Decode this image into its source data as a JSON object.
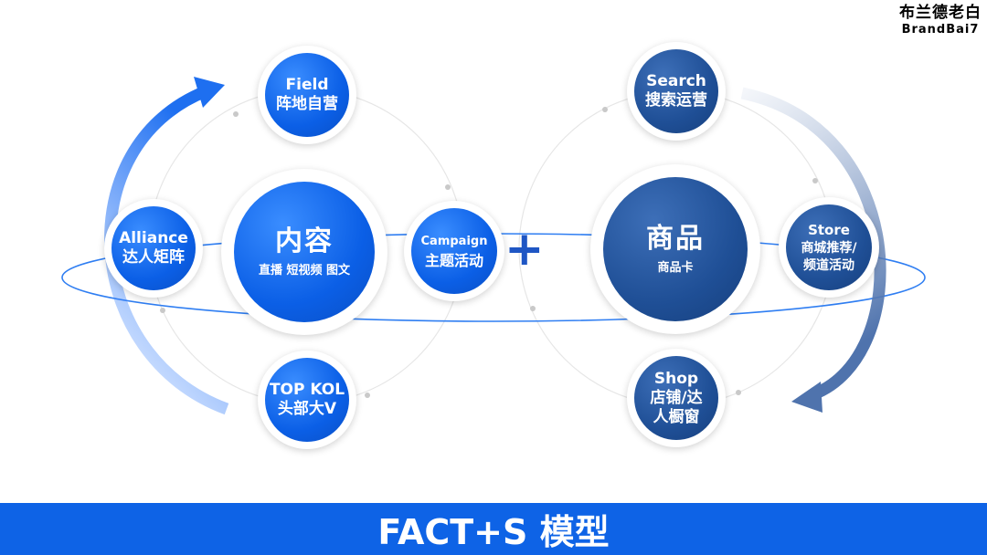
{
  "brand": {
    "cn": "布兰德老白",
    "en": "BrandBai7"
  },
  "left": {
    "center": {
      "title": "内容",
      "subtitle": "直播 短视频 图文"
    },
    "field": {
      "en": "Field",
      "cn": "阵地自营"
    },
    "alliance": {
      "en": "Alliance",
      "cn": "达人矩阵"
    },
    "campaign": {
      "en": "Campaign",
      "cn": "主题活动"
    },
    "topkol": {
      "en": "TOP KOL",
      "cn": "头部大V"
    }
  },
  "plus": "+",
  "right": {
    "center": {
      "title": "商品",
      "subtitle": "商品卡"
    },
    "search": {
      "en": "Search",
      "cn": "搜索运营"
    },
    "store": {
      "en": "Store",
      "cn1": "商城推荐/",
      "cn2": "频道活动"
    },
    "shop": {
      "en": "Shop",
      "cn1": "店铺/达",
      "cn2": "人橱窗"
    }
  },
  "banner": "FACT+S 模型",
  "colors": {
    "blue": "#0b5fe6",
    "navy": "#1f4f96",
    "banner": "#0e63e6"
  }
}
